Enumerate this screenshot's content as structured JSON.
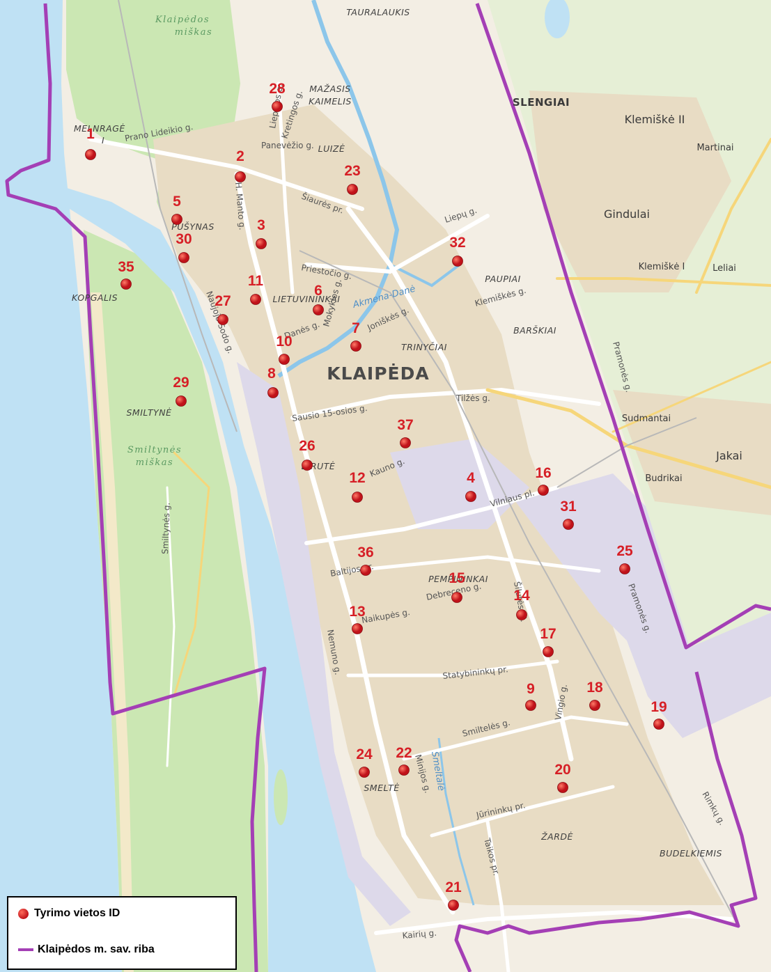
{
  "colors": {
    "sea": "#bfe1f4",
    "land": "#f3eee4",
    "urban": "#e8dcc4",
    "forest": "#cbe7b3",
    "industrial": "#ddd9ea",
    "boundary": "#a43fb5",
    "marker": "#d61f26",
    "road": "#ffffff",
    "major_road": "#f6d67a"
  },
  "sites": [
    {
      "id": "1"
    },
    {
      "id": "2"
    },
    {
      "id": "3"
    },
    {
      "id": "4"
    },
    {
      "id": "5"
    },
    {
      "id": "6"
    },
    {
      "id": "7"
    },
    {
      "id": "8"
    },
    {
      "id": "9"
    },
    {
      "id": "10"
    },
    {
      "id": "11"
    },
    {
      "id": "12"
    },
    {
      "id": "13"
    },
    {
      "id": "14"
    },
    {
      "id": "15"
    },
    {
      "id": "16"
    },
    {
      "id": "17"
    },
    {
      "id": "18"
    },
    {
      "id": "19"
    },
    {
      "id": "20"
    },
    {
      "id": "21"
    },
    {
      "id": "22"
    },
    {
      "id": "23"
    },
    {
      "id": "24"
    },
    {
      "id": "25"
    },
    {
      "id": "26"
    },
    {
      "id": "27"
    },
    {
      "id": "28"
    },
    {
      "id": "29"
    },
    {
      "id": "30"
    },
    {
      "id": "31"
    },
    {
      "id": "32"
    },
    {
      "id": "35"
    },
    {
      "id": "36"
    },
    {
      "id": "37"
    }
  ],
  "places": {
    "tauralaukis": "TAURALAUKIS",
    "mazasis": "MAŽASIS",
    "kaimelis": "KAIMELIS",
    "slengiai": "SLENGIAI",
    "klemiske2": "Klemiškė II",
    "martinai": "Martinai",
    "melnrage": "MELNRAGĖ",
    "melnrage_suffix": "I",
    "luize": "LUIZĖ",
    "gindulai": "Gindulai",
    "pusynas": "PUŠYNAS",
    "klemiske1": "Klemiškė I",
    "leliai": "Leliai",
    "paupiai": "PAUPIAI",
    "kopgalis": "KOPGALIS",
    "lietuvininkai": "LIETUVININKAI",
    "barskiai": "BARŠKIAI",
    "trinyciai": "TRINYČIAI",
    "klaipeda": "KLAIPĖDA",
    "smiltyne": "SMILTYNĖ",
    "sudmantai": "Sudmantai",
    "jakai": "Jakai",
    "budrikai": "Budrikai",
    "birute": "BIRUTĖ",
    "pempininkai": "PEMPININKAI",
    "smelte": "SMELTĖ",
    "zarde": "ŽARDĖ",
    "budelkiemis": "BUDELKIEMIS"
  },
  "forests": {
    "klaipedos_1": "Klaipėdos",
    "klaipedos_2": "miškas",
    "smiltynes_1": "Smiltynės",
    "smiltynes_2": "miškas"
  },
  "water": {
    "akmena": "Akmena-Danė",
    "smeltale": "Smeltalė"
  },
  "streets": {
    "lideikio": "Prano Lideikio g.",
    "liepojos": "Liepojos g.",
    "kretingos": "Kretingos g.",
    "panevezio": "Panevėžio g.",
    "manto": "H. Manto g.",
    "siaures": "Šiaurės pr.",
    "liepu": "Liepų g.",
    "priestocio": "Priestočio g.",
    "mokyklos": "Mokyklos g.",
    "klemiskes": "Klemiškės g.",
    "naujojo": "Naujojo Sodo g.",
    "danes": "Danės g.",
    "joniskes": "Joniškės g.",
    "tilzes": "Tilžės g.",
    "sausio": "Sausio 15-osios g.",
    "kauno": "Kauno g.",
    "vilniaus": "Vilniaus pl.",
    "baltijos": "Baltijos pr.",
    "debreceno": "Debreceno g.",
    "silutes": "Šilutės pl.",
    "taikos": "Taikos pr.",
    "pramones": "Pramonės g.",
    "smiltynes": "Smiltynės g.",
    "naikupes": "Naikupės g.",
    "nemuno": "Nemuno g.",
    "statybininku": "Statybininkų pr.",
    "smilteles": "Smiltelės g.",
    "vingio": "Vingio g.",
    "minijos": "Minijos g.",
    "jurininku": "Jūrininkų pr.",
    "rimku": "Rimkų g.",
    "kairiu": "Kairių g."
  },
  "legend": {
    "marker_label": "Tyrimo vietos ID",
    "boundary_label": "Klaipėdos m. sav. riba"
  }
}
